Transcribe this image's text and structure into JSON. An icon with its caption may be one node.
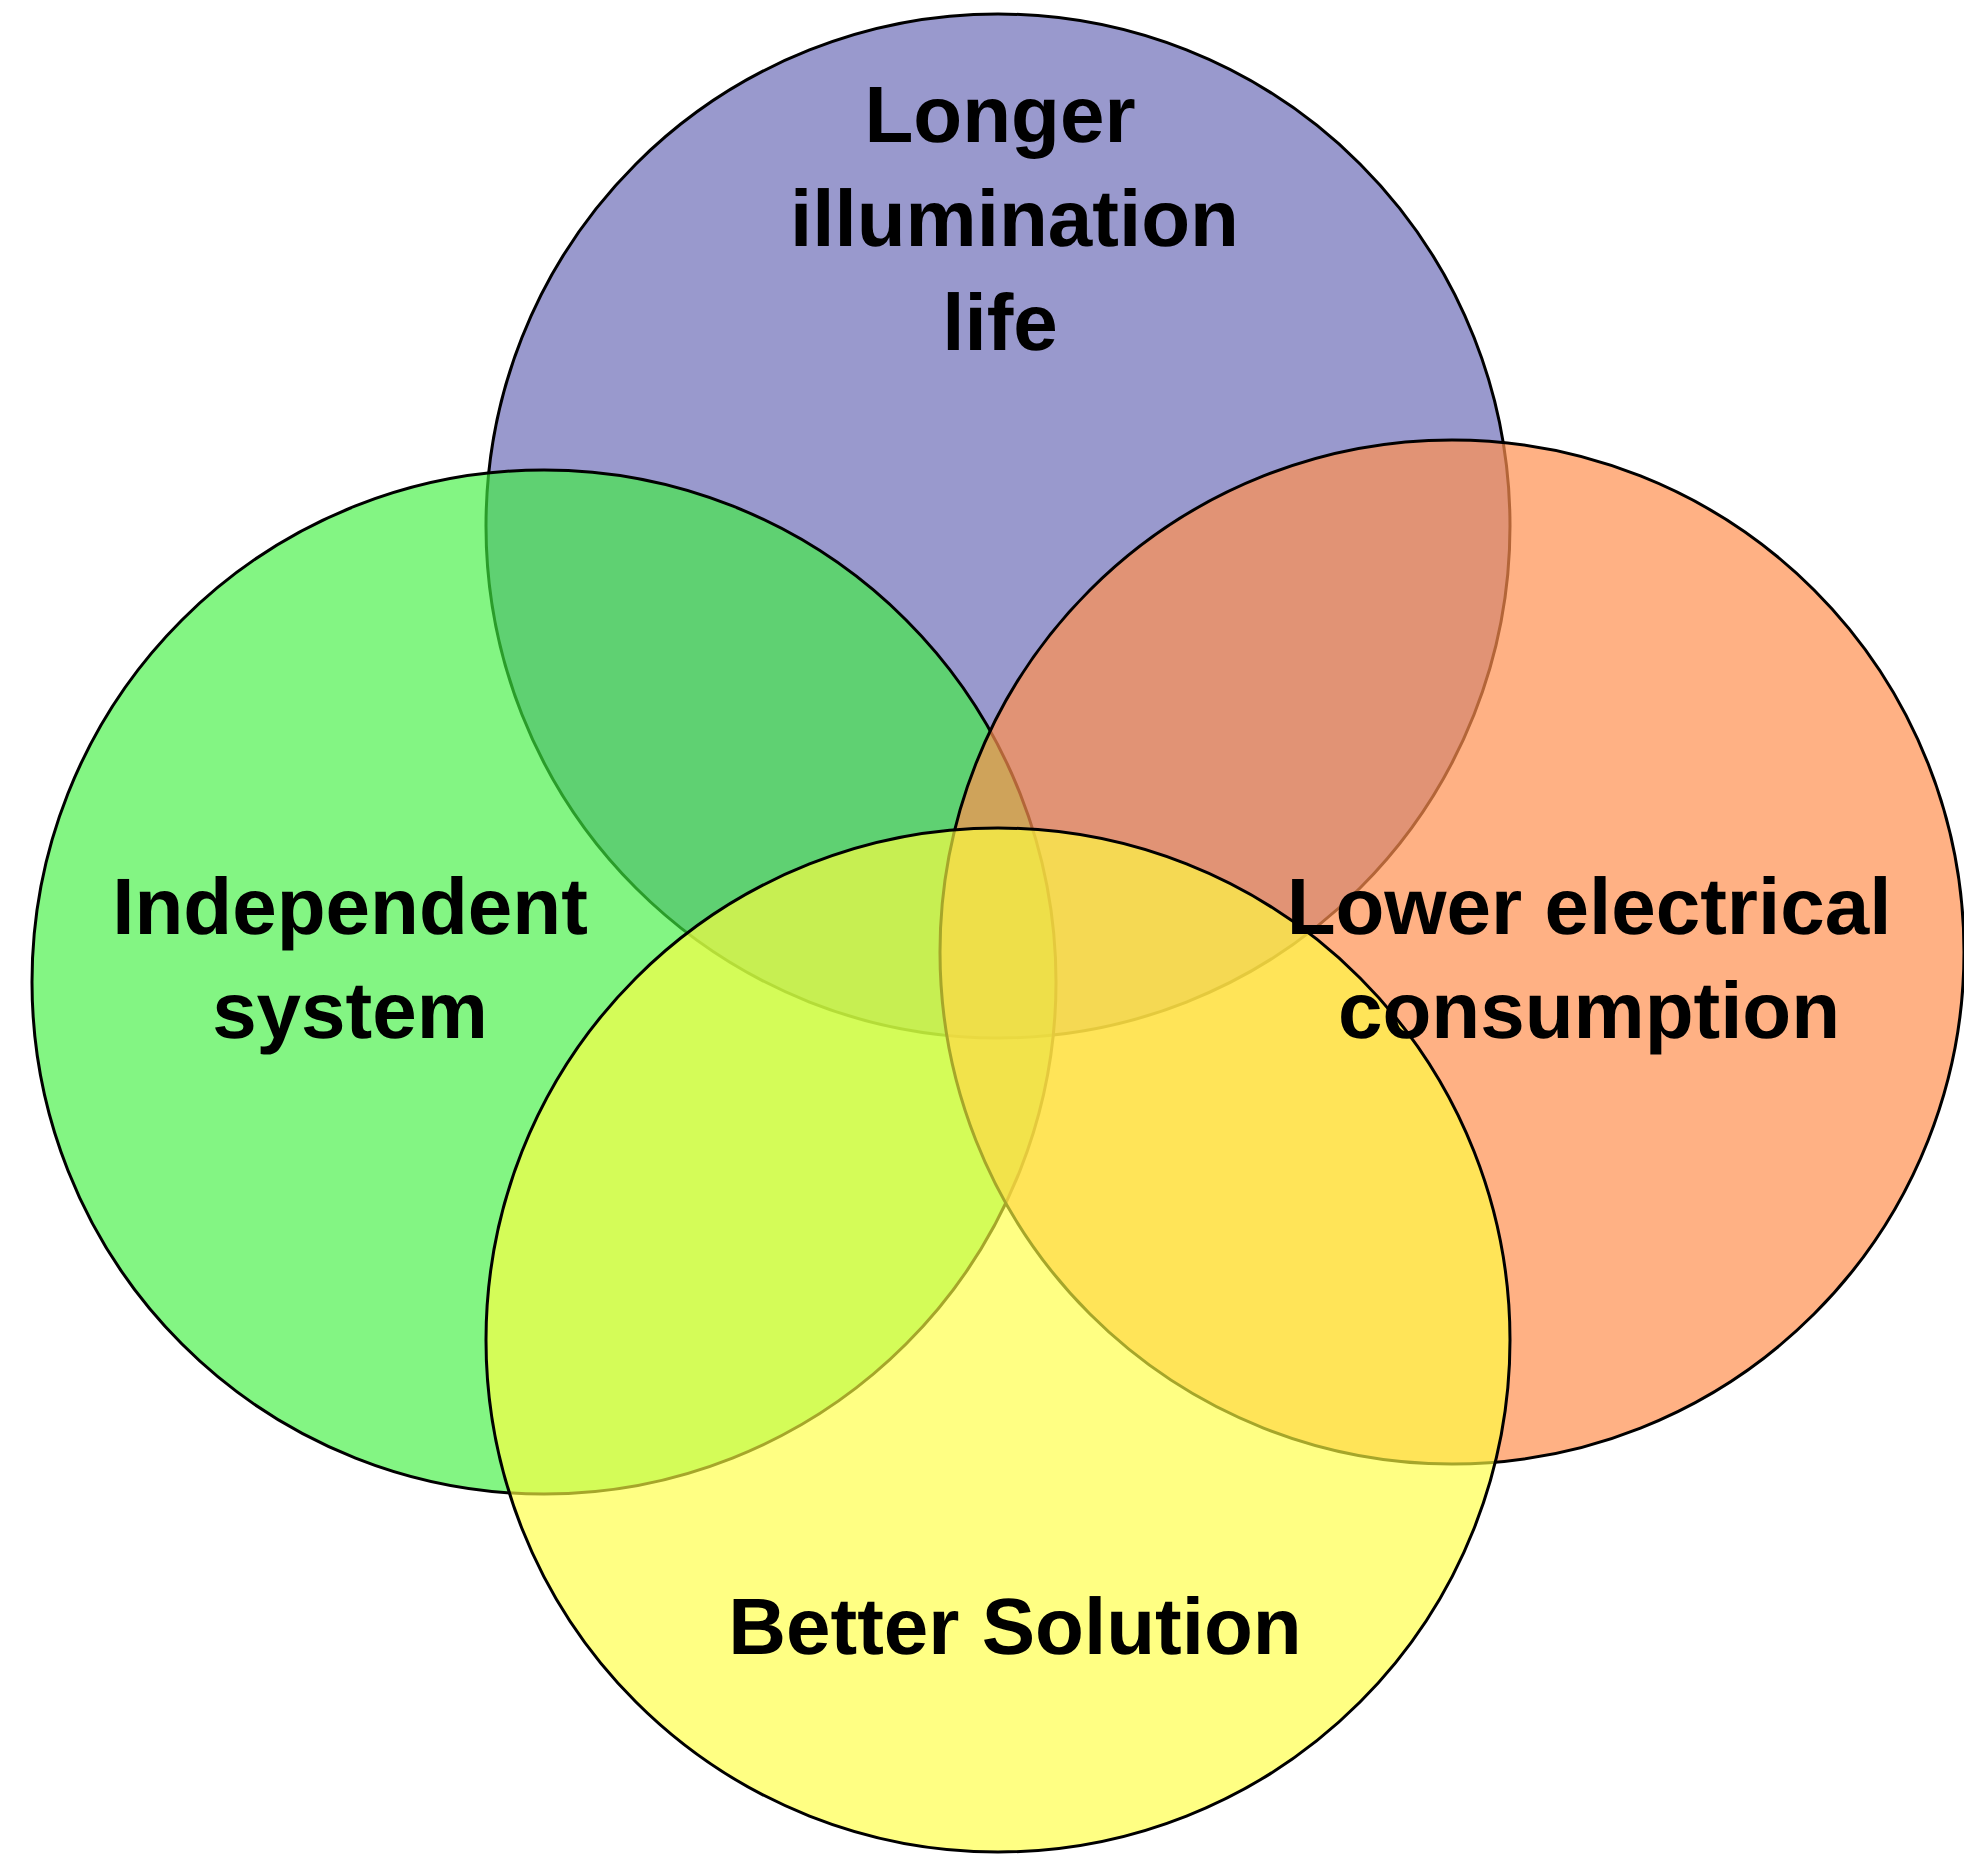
{
  "diagram": {
    "nodes": [
      {
        "text": [
          "Longer illumination life"
        ]
      },
      {
        "text": [
          "Independent system"
        ]
      },
      {
        "text": [
          "Lower electrical consumption"
        ]
      },
      {
        "text": [
          "Better Solution"
        ]
      }
    ]
  }
}
